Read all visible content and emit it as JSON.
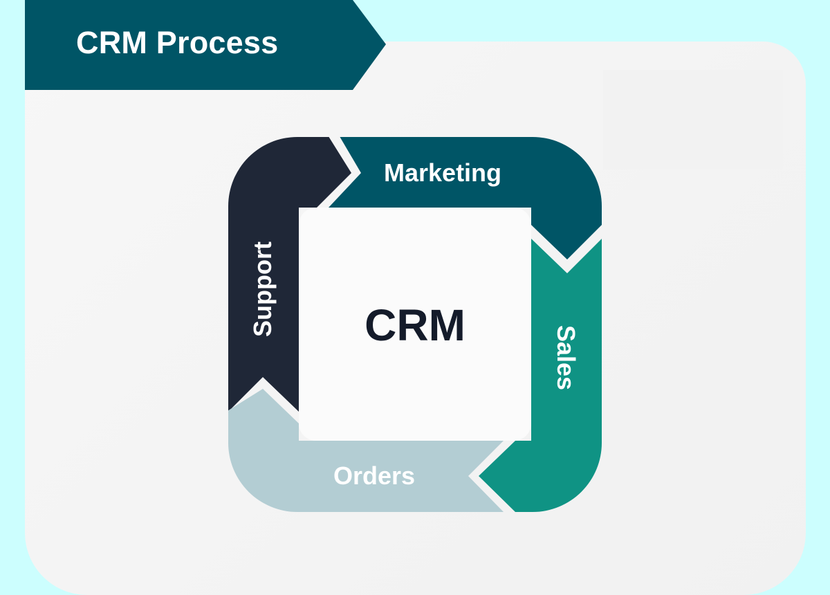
{
  "title": "CRM Process",
  "center": {
    "label": "CRM"
  },
  "cycle": [
    {
      "id": "marketing",
      "label": "Marketing",
      "color": "#005566",
      "order": 1
    },
    {
      "id": "sales",
      "label": "Sales",
      "color": "#0f9384",
      "order": 2
    },
    {
      "id": "orders",
      "label": "Orders",
      "color": "#b3cdd3",
      "order": 3
    },
    {
      "id": "support",
      "label": "Support",
      "color": "#1f2737",
      "order": 4
    }
  ],
  "colors": {
    "background": "#ccfefe",
    "banner": "#005566",
    "card": "#f4f4f4",
    "center_box": "#fbfbfb",
    "center_text": "#141b2a",
    "label_text": "#ffffff"
  }
}
